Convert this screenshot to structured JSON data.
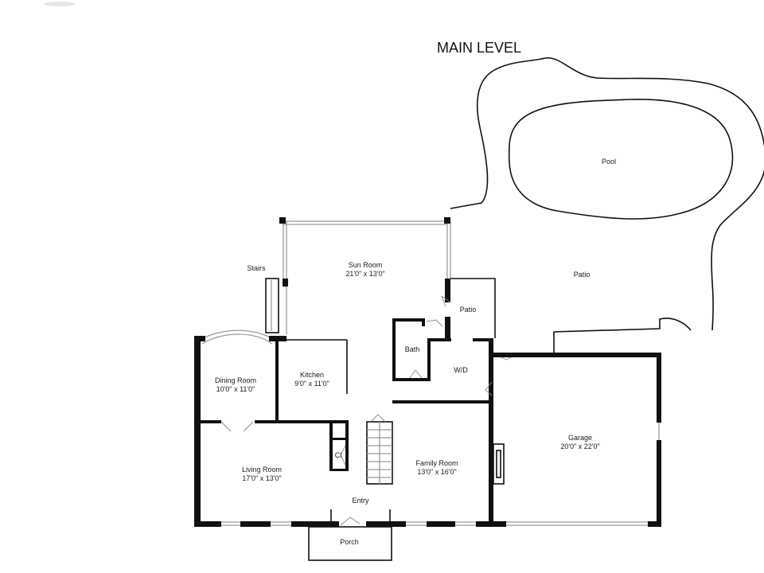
{
  "title": "MAIN LEVEL",
  "rooms": {
    "pool": "Pool",
    "patio_outdoor": "Patio",
    "sun_room": {
      "name": "Sun Room",
      "dims": "21'0\" x 13'0\""
    },
    "stairs_upper": "Stairs",
    "patio_small": "Patio",
    "bath": "Bath",
    "wd": "W/D",
    "dining_room": {
      "name": "Dining Room",
      "dims": "10'0\" x 11'0\""
    },
    "kitchen": {
      "name": "Kitchen",
      "dims": "9'0\" x 11'0\""
    },
    "garage": {
      "name": "Garage",
      "dims": "20'0\" x 22'0\""
    },
    "living_room": {
      "name": "Living Room",
      "dims": "17'0\" x 13'0\""
    },
    "closet": "Cl",
    "family_room": {
      "name": "Family Room",
      "dims": "13'0\" x 16'0\""
    },
    "entry": "Entry",
    "porch": "Porch"
  }
}
